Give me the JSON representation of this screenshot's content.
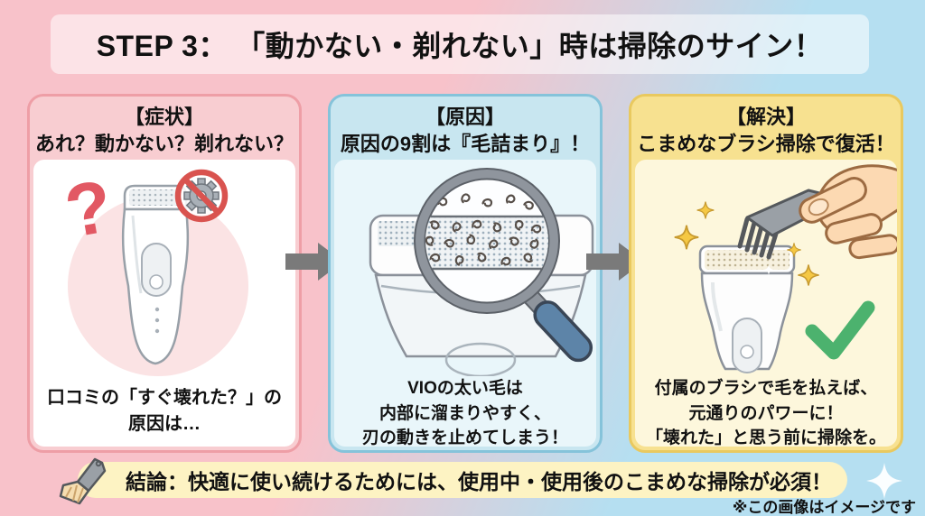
{
  "page": {
    "title": "STEP 3： 「動かない・剃れない」時は掃除のサイン！",
    "note": "※この画像はイメージです"
  },
  "panels": [
    {
      "tag": "【症状】",
      "headline": "あれ？動かない？剃れない？",
      "caption": "口コミの「すぐ壊れた？」の\n原因は…",
      "illustration": "shaver-with-question-and-stopped-gear",
      "border_color": "#ee9ea6",
      "header_bg": "#f8cdd1",
      "body_bg": "#ffffff"
    },
    {
      "tag": "【原因】",
      "headline": "原因の9割は『毛詰まり』！",
      "caption": "VIOの太い毛は\n内部に溜まりやすく、\n刃の動きを止めてしまう！",
      "illustration": "magnifier-showing-hair-clogged-foil",
      "border_color": "#85c3da",
      "header_bg": "#c8e6f0",
      "body_bg": "#e9f6fa"
    },
    {
      "tag": "【解決】",
      "headline": "こまめなブラシ掃除で復活！",
      "caption": "付属のブラシで毛を払えば、\n元通りのパワーに！\n「壊れた」と思う前に掃除を。",
      "illustration": "hand-brushing-shaver-head-with-checkmark",
      "border_color": "#e9c95f",
      "header_bg": "#f7e190",
      "body_bg": "#fdf7dc"
    }
  ],
  "conclusion": {
    "text": "結論：快適に使い続けるためには、使用中・使用後のこまめな掃除が必須！",
    "bar_color": "#fdf3c3",
    "icon": "cleaning-brush-icon"
  },
  "icons": {
    "arrow_right": "solid gray right arrow between panels",
    "question_mark": "red question mark",
    "no_gear": "red prohibition circle over gray gear",
    "magnifier": "magnifying glass with blue handle",
    "check": "green checkmark",
    "sparkle_gold": "gold four-point sparkle",
    "sparkle_white": "white four-point sparkle",
    "cleaning_brush": "gray-handled cleaning brush with tan bristles"
  },
  "colors": {
    "background_left": "#f8c2ca",
    "background_right": "#b5dff1",
    "title_bar": "rgba(255,255,255,0.55)",
    "arrow": "#7a7a7a",
    "check_green": "#4cb26e",
    "sparkle_gold": "#f5c844",
    "prohibition_red": "#d9534f",
    "handle_blue": "#5d84a8",
    "conclusion_bar": "#fdf3c3"
  }
}
